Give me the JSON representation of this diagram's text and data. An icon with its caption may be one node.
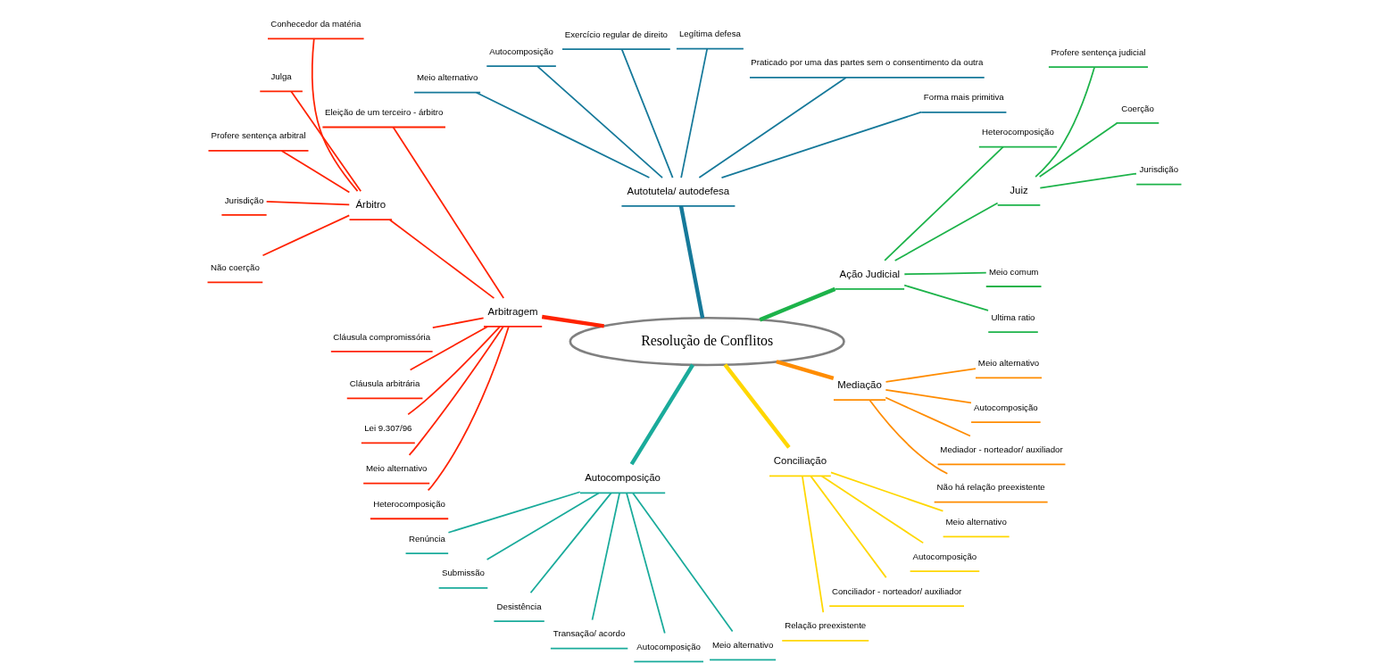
{
  "diagram": {
    "nodes": [
      {
        "text": [
          "Resolução de Conflitos"
        ]
      },
      {
        "text": [
          "Ação Judicial"
        ]
      },
      {
        "text": [
          "Ultima ratio"
        ]
      },
      {
        "text": [
          "Meio comum"
        ]
      },
      {
        "text": [
          "Juiz"
        ]
      },
      {
        "text": [
          "Jurisdição"
        ]
      },
      {
        "text": [
          "Coerção"
        ]
      },
      {
        "text": [
          "Profere sentença judicial"
        ]
      },
      {
        "text": [
          "Heterocomposição"
        ]
      },
      {
        "text": [
          "Autotutela/ autodefesa"
        ]
      },
      {
        "text": [
          "Forma mais primitiva"
        ]
      },
      {
        "text": [
          "Praticado por uma das partes sem o consentimento da outra"
        ]
      },
      {
        "text": [
          "Legítima defesa"
        ]
      },
      {
        "text": [
          "Exercício regular de direito"
        ]
      },
      {
        "text": [
          "Autocomposição"
        ]
      },
      {
        "text": [
          "Meio alternativo"
        ]
      },
      {
        "text": [
          "Arbitragem"
        ]
      },
      {
        "text": [
          "Eleição de um terceiro - árbitro"
        ]
      },
      {
        "text": [
          "Árbitro"
        ]
      },
      {
        "text": [
          "Conhecedor da matéria"
        ]
      },
      {
        "text": [
          "Julga"
        ]
      },
      {
        "text": [
          "Profere sentença arbitral"
        ]
      },
      {
        "text": [
          "Jurisdição"
        ]
      },
      {
        "text": [
          "Não coerção"
        ]
      },
      {
        "text": [
          "Cláusula compromissória"
        ]
      },
      {
        "text": [
          "Cláusula arbitrária"
        ]
      },
      {
        "text": [
          "Lei 9.307/96"
        ]
      },
      {
        "text": [
          "Meio alternativo"
        ]
      },
      {
        "text": [
          "Heterocomposição"
        ]
      },
      {
        "text": [
          "Autocomposição"
        ]
      },
      {
        "text": [
          "Renúncia"
        ]
      },
      {
        "text": [
          "Submissão"
        ]
      },
      {
        "text": [
          "Desistência"
        ]
      },
      {
        "text": [
          "Transação/ acordo"
        ]
      },
      {
        "text": [
          "Autocomposição"
        ]
      },
      {
        "text": [
          "Meio alternativo"
        ]
      },
      {
        "text": [
          "Conciliação"
        ]
      },
      {
        "text": [
          "Relação preexistente"
        ]
      },
      {
        "text": [
          "Conciliador - norteador/ auxiliador"
        ]
      },
      {
        "text": [
          "Autocomposição"
        ]
      },
      {
        "text": [
          "Meio alternativo"
        ]
      },
      {
        "text": [
          "Mediação"
        ]
      },
      {
        "text": [
          "Não há relação preexistente"
        ]
      },
      {
        "text": [
          "Mediador - norteador/ auxiliador"
        ]
      },
      {
        "text": [
          "Autocomposição"
        ]
      },
      {
        "text": [
          "Meio alternativo"
        ]
      }
    ],
    "edges": [
      {
        "from": 0,
        "to": 1,
        "arrow": "none",
        "style": "thick",
        "color": "#1db34a"
      },
      {
        "from": 1,
        "to": 2,
        "arrow": "none",
        "color": "#1db34a"
      },
      {
        "from": 1,
        "to": 3,
        "arrow": "none",
        "color": "#1db34a"
      },
      {
        "from": 1,
        "to": 4,
        "arrow": "none",
        "color": "#1db34a"
      },
      {
        "from": 4,
        "to": 5,
        "arrow": "none",
        "color": "#1db34a"
      },
      {
        "from": 4,
        "to": 6,
        "arrow": "none",
        "color": "#1db34a"
      },
      {
        "from": 4,
        "to": 7,
        "arrow": "none",
        "color": "#1db34a"
      },
      {
        "from": 1,
        "to": 8,
        "arrow": "none",
        "color": "#1db34a"
      },
      {
        "from": 0,
        "to": 9,
        "arrow": "none",
        "style": "thick",
        "color": "#16799a"
      },
      {
        "from": 9,
        "to": 10,
        "arrow": "none",
        "color": "#16799a"
      },
      {
        "from": 9,
        "to": 11,
        "arrow": "none",
        "color": "#16799a"
      },
      {
        "from": 9,
        "to": 12,
        "arrow": "none",
        "color": "#16799a"
      },
      {
        "from": 9,
        "to": 13,
        "arrow": "none",
        "color": "#16799a"
      },
      {
        "from": 9,
        "to": 14,
        "arrow": "none",
        "color": "#16799a"
      },
      {
        "from": 9,
        "to": 15,
        "arrow": "none",
        "color": "#16799a"
      },
      {
        "from": 0,
        "to": 16,
        "arrow": "none",
        "style": "thick",
        "color": "#ff2200"
      },
      {
        "from": 16,
        "to": 17,
        "arrow": "none",
        "color": "#ff2200"
      },
      {
        "from": 16,
        "to": 18,
        "arrow": "none",
        "color": "#ff2200"
      },
      {
        "from": 18,
        "to": 19,
        "arrow": "none",
        "color": "#ff2200"
      },
      {
        "from": 18,
        "to": 20,
        "arrow": "none",
        "color": "#ff2200"
      },
      {
        "from": 18,
        "to": 21,
        "arrow": "none",
        "color": "#ff2200"
      },
      {
        "from": 18,
        "to": 22,
        "arrow": "none",
        "color": "#ff2200"
      },
      {
        "from": 18,
        "to": 23,
        "arrow": "none",
        "color": "#ff2200"
      },
      {
        "from": 16,
        "to": 24,
        "arrow": "none",
        "color": "#ff2200"
      },
      {
        "from": 16,
        "to": 25,
        "arrow": "none",
        "color": "#ff2200"
      },
      {
        "from": 16,
        "to": 26,
        "arrow": "none",
        "color": "#ff2200"
      },
      {
        "from": 16,
        "to": 27,
        "arrow": "none",
        "color": "#ff2200"
      },
      {
        "from": 16,
        "to": 28,
        "arrow": "none",
        "color": "#ff2200"
      },
      {
        "from": 0,
        "to": 29,
        "arrow": "none",
        "style": "thick",
        "color": "#1aab9b"
      },
      {
        "from": 29,
        "to": 30,
        "arrow": "none",
        "color": "#1aab9b"
      },
      {
        "from": 29,
        "to": 31,
        "arrow": "none",
        "color": "#1aab9b"
      },
      {
        "from": 29,
        "to": 32,
        "arrow": "none",
        "color": "#1aab9b"
      },
      {
        "from": 29,
        "to": 33,
        "arrow": "none",
        "color": "#1aab9b"
      },
      {
        "from": 29,
        "to": 34,
        "arrow": "none",
        "color": "#1aab9b"
      },
      {
        "from": 29,
        "to": 35,
        "arrow": "none",
        "color": "#1aab9b"
      },
      {
        "from": 0,
        "to": 36,
        "arrow": "none",
        "style": "thick",
        "color": "#ffd700"
      },
      {
        "from": 36,
        "to": 37,
        "arrow": "none",
        "color": "#ffd700"
      },
      {
        "from": 36,
        "to": 38,
        "arrow": "none",
        "color": "#ffd700"
      },
      {
        "from": 36,
        "to": 39,
        "arrow": "none",
        "color": "#ffd700"
      },
      {
        "from": 36,
        "to": 40,
        "arrow": "none",
        "color": "#ffd700"
      },
      {
        "from": 0,
        "to": 41,
        "arrow": "none",
        "style": "thick",
        "color": "#ff8c00"
      },
      {
        "from": 41,
        "to": 42,
        "arrow": "none",
        "color": "#ff8c00"
      },
      {
        "from": 41,
        "to": 43,
        "arrow": "none",
        "color": "#ff8c00"
      },
      {
        "from": 41,
        "to": 44,
        "arrow": "none",
        "color": "#ff8c00"
      },
      {
        "from": 41,
        "to": 45,
        "arrow": "none",
        "color": "#ff8c00"
      }
    ]
  }
}
